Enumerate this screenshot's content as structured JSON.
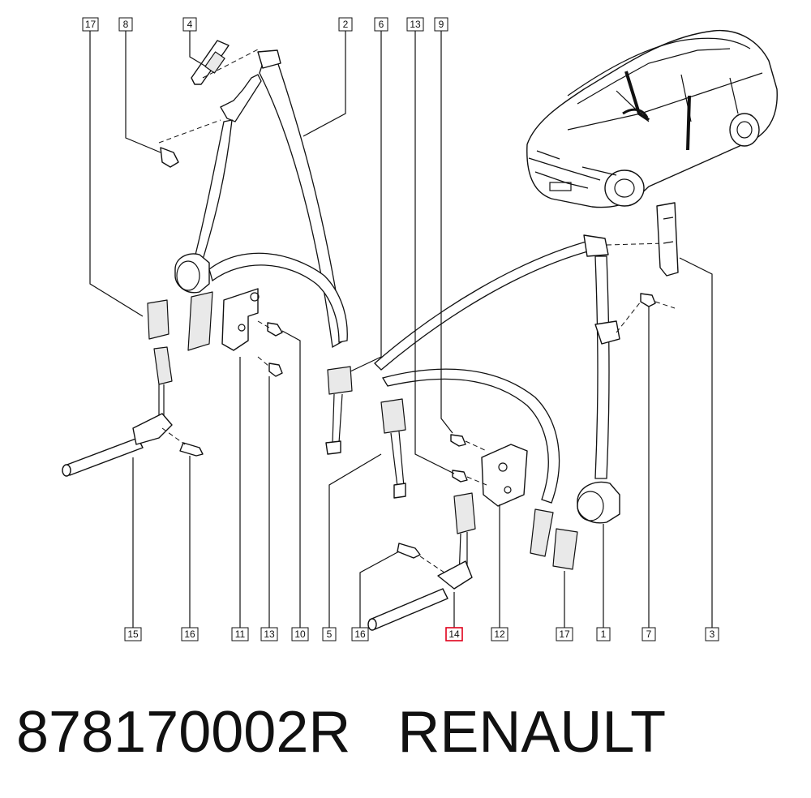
{
  "caption": {
    "part_number": "878170002R",
    "brand": "RENAULT"
  },
  "callouts": {
    "top": [
      "17",
      "8",
      "4",
      "2",
      "6",
      "13",
      "9"
    ],
    "bottom": [
      "15",
      "16",
      "11",
      "13",
      "10",
      "5",
      "16",
      "14",
      "12",
      "17",
      "1",
      "7",
      "3"
    ],
    "highlighted": "14",
    "highlight_color": "#e0001b"
  }
}
